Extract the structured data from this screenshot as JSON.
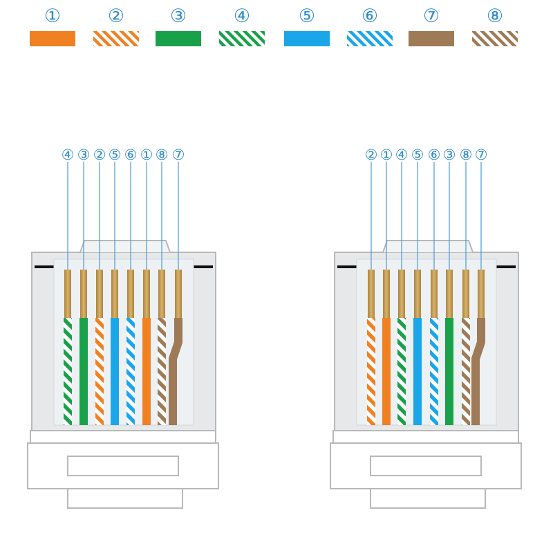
{
  "legend": [
    {
      "label": "①",
      "color": "#F08122",
      "striped": false
    },
    {
      "label": "②",
      "color": "#F08122",
      "striped": true
    },
    {
      "label": "③",
      "color": "#19A14A",
      "striped": false
    },
    {
      "label": "④",
      "color": "#19A14A",
      "striped": true
    },
    {
      "label": "⑤",
      "color": "#1BA6EA",
      "striped": false
    },
    {
      "label": "⑥",
      "color": "#1BA6EA",
      "striped": true
    },
    {
      "label": "⑦",
      "color": "#9E7A57",
      "striped": false
    },
    {
      "label": "⑧",
      "color": "#9E7A57",
      "striped": true
    }
  ],
  "connectors": [
    {
      "name": "left",
      "order": [
        "④",
        "③",
        "②",
        "⑤",
        "⑥",
        "①",
        "⑧",
        "⑦"
      ],
      "pins": [
        4,
        3,
        2,
        5,
        6,
        1,
        8,
        7
      ]
    },
    {
      "name": "right",
      "order": [
        "②",
        "①",
        "④",
        "⑤",
        "⑥",
        "③",
        "⑧",
        "⑦"
      ],
      "pins": [
        2,
        1,
        4,
        5,
        6,
        3,
        8,
        7
      ]
    }
  ],
  "colors": {
    "label_blue": "#2E8BC9",
    "lead_line": "#4A9AD6",
    "body_outline": "#B8B8B8",
    "body_fill": "#E6E8EA",
    "contact_gold": "#D9B36A",
    "contact_dark": "#A9823F"
  }
}
